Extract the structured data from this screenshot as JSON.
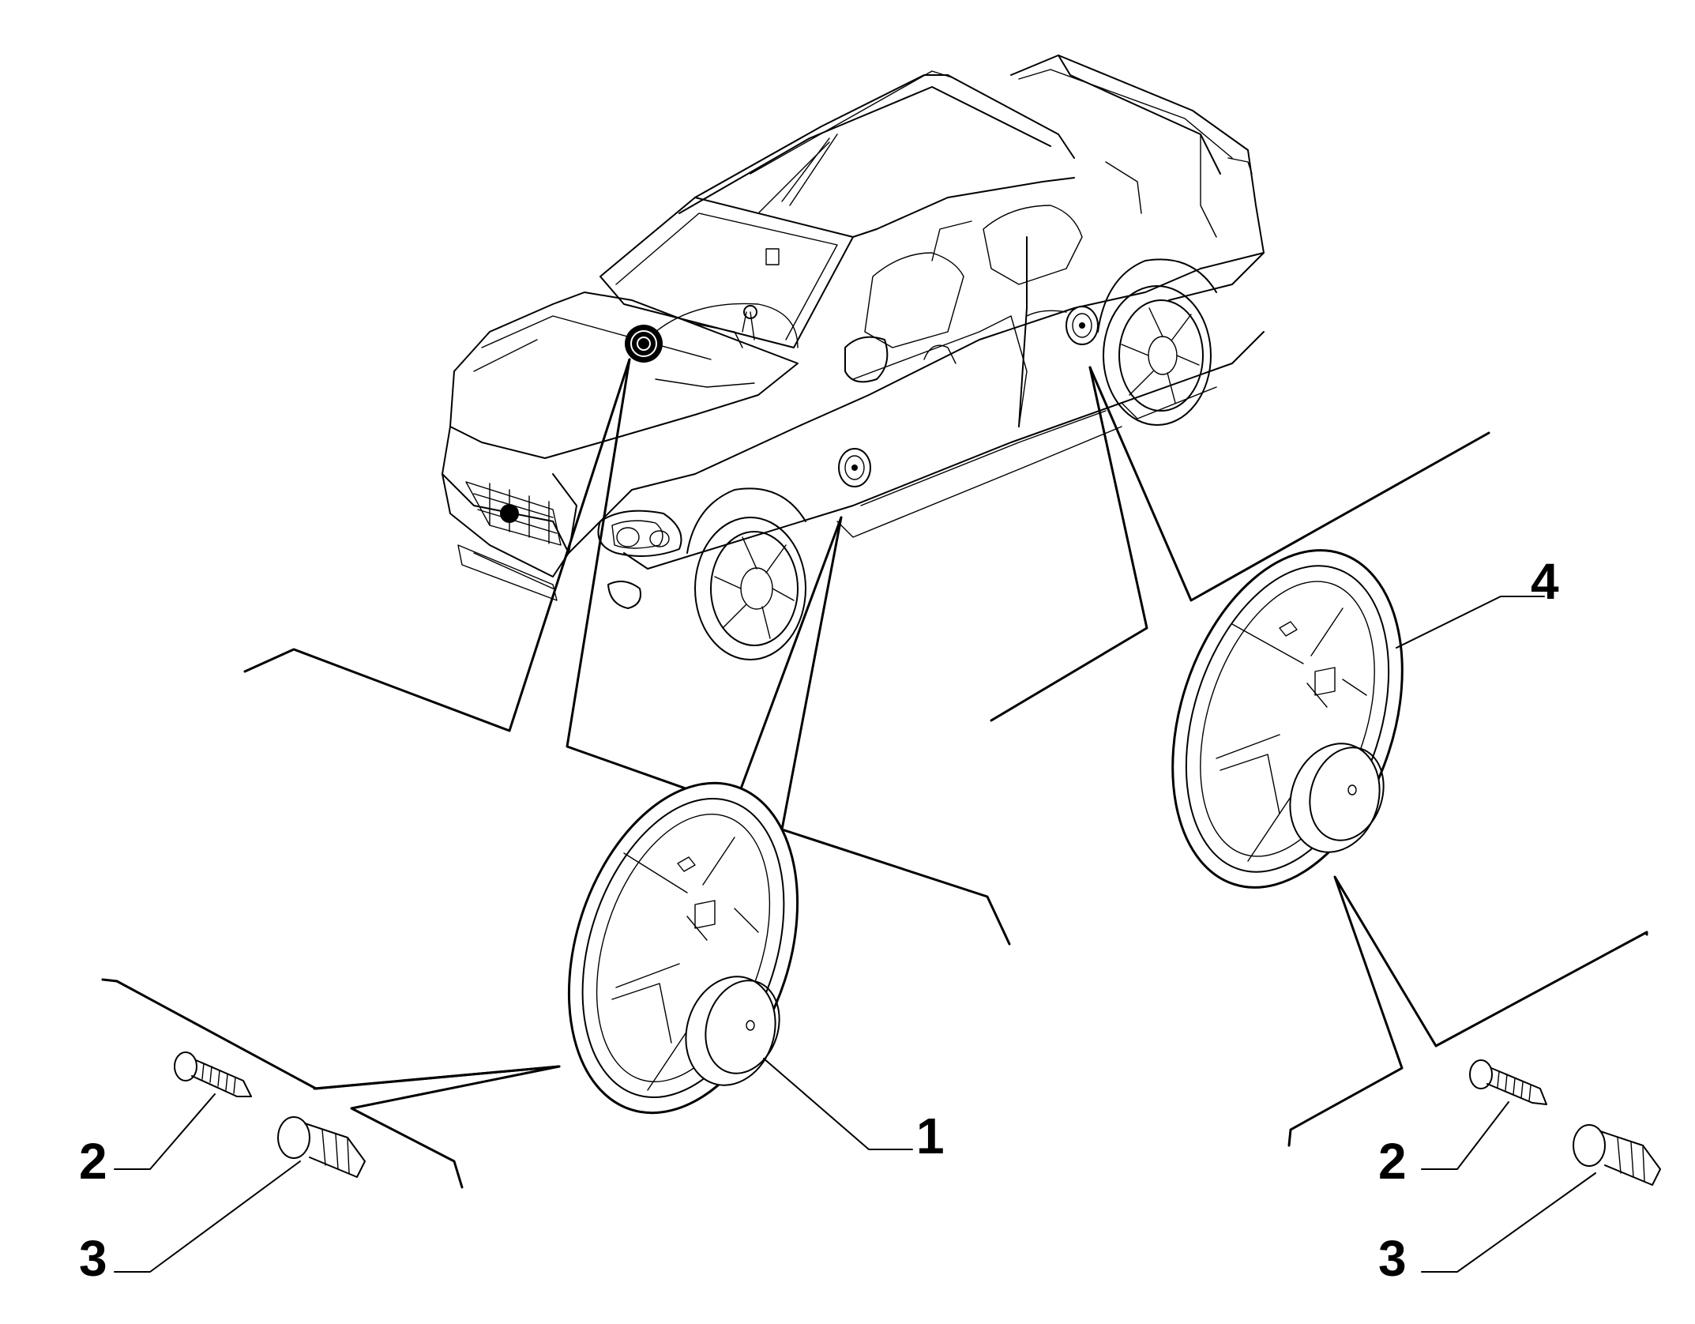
{
  "callouts": {
    "speaker_front": "1",
    "screw_left": "2",
    "clip_left": "3",
    "speaker_rear": "4",
    "screw_right": "2",
    "clip_right": "3"
  },
  "colors": {
    "line": "#000000",
    "background": "#ffffff"
  },
  "icons": {
    "vehicle": "pickup-truck-illustration",
    "speaker": "loudspeaker-drawing",
    "screw": "screw-drawing",
    "clip": "plastic-clip-drawing"
  }
}
